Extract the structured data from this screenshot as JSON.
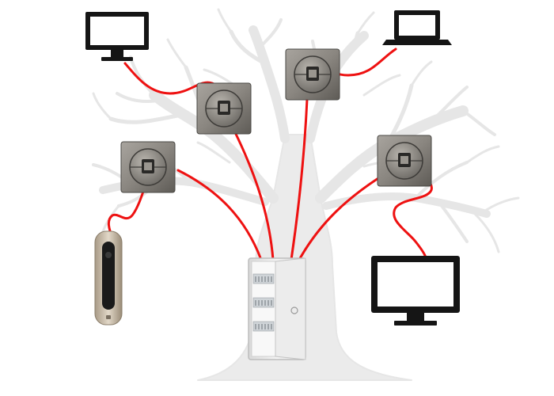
{
  "diagram": {
    "description_nodes": [
      {
        "id": "monitor-top-left",
        "kind": "monitor"
      },
      {
        "id": "laptop-top-right",
        "kind": "laptop"
      },
      {
        "id": "monitor-bottom-right",
        "kind": "monitor"
      },
      {
        "id": "security-camera",
        "kind": "camera"
      },
      {
        "id": "network-panel",
        "kind": "electrical-cabinet"
      },
      {
        "id": "rj45-outlet-1",
        "kind": "outlet"
      },
      {
        "id": "rj45-outlet-2",
        "kind": "outlet"
      },
      {
        "id": "rj45-outlet-3",
        "kind": "outlet"
      },
      {
        "id": "rj45-outlet-4",
        "kind": "outlet"
      }
    ],
    "cable_color": "#ee1111",
    "tree_color": "#e4e4e4",
    "device_color": "#151515",
    "outlet_color": "#8a8782"
  }
}
